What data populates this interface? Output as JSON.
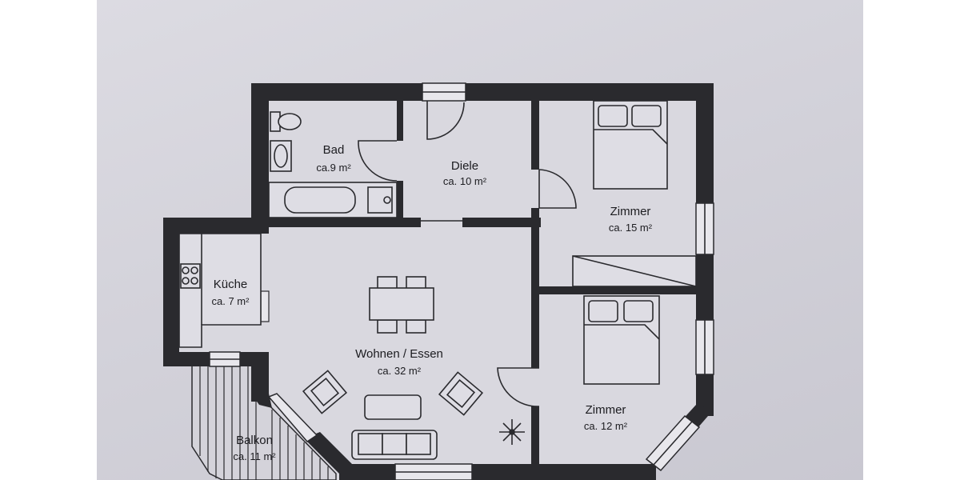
{
  "floorplan": {
    "rooms": [
      {
        "id": "bad",
        "name": "Bad",
        "area": "ca.9 m²"
      },
      {
        "id": "diele",
        "name": "Diele",
        "area": "ca. 10 m²"
      },
      {
        "id": "zimmer1",
        "name": "Zimmer",
        "area": "ca. 15 m²"
      },
      {
        "id": "kueche",
        "name": "Küche",
        "area": "ca. 7 m²"
      },
      {
        "id": "wohnen",
        "name": "Wohnen / Essen",
        "area": "ca. 32 m²"
      },
      {
        "id": "zimmer2",
        "name": "Zimmer",
        "area": "ca. 12 m²"
      },
      {
        "id": "balkon",
        "name": "Balkon",
        "area": "ca. 11 m²"
      }
    ],
    "colors": {
      "wall": "#2a2a2e",
      "floor": "#d6d5dc",
      "paper": "#d3d2da",
      "background": "#ffffff"
    },
    "icons": [
      "toilet-icon",
      "sink-icon",
      "bathtub-icon",
      "stove-icon",
      "bed-icon",
      "dining-table-icon",
      "armchair-icon",
      "sofa-icon",
      "plant-icon"
    ]
  }
}
